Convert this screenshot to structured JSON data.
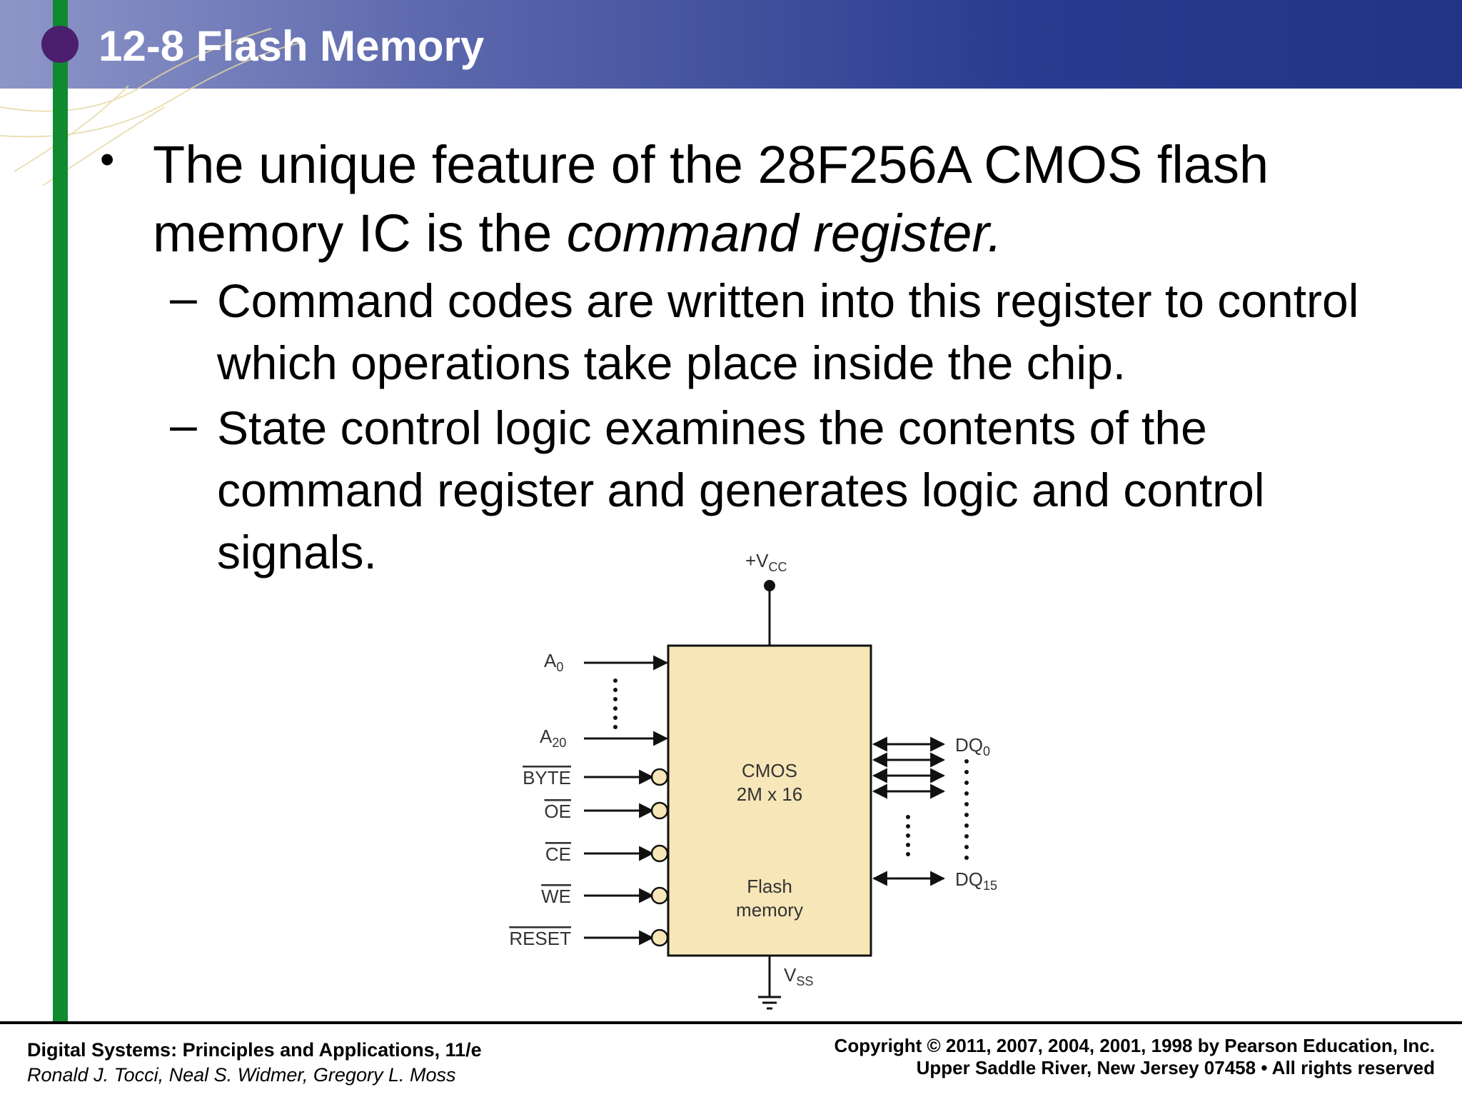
{
  "slide": {
    "title": "12-8 Flash Memory",
    "bullet": {
      "text_before": "The unique feature of the 28F256A CMOS flash memory IC is the ",
      "text_italic": "command register."
    },
    "subbullets": [
      {
        "dash": "–",
        "text": "Command codes are written into this register to control which operations take place inside the chip."
      },
      {
        "dash": "–",
        "text": "State control logic examines the contents of the command register and generates logic and control signals."
      }
    ]
  },
  "diagram": {
    "vcc": "+V",
    "vcc_sub": "CC",
    "vss": "V",
    "vss_sub": "SS",
    "chip_line1": "CMOS",
    "chip_line2": "2M x 16",
    "chip_line3": "Flash",
    "chip_line4": "memory",
    "addr_first": "A",
    "addr_first_sub": "0",
    "addr_last": "A",
    "addr_last_sub": "20",
    "controls": [
      "BYTE",
      "OE",
      "CE",
      "WE",
      "RESET"
    ],
    "dq_first": "DQ",
    "dq_first_sub": "0",
    "dq_last": "DQ",
    "dq_last_sub": "15",
    "chip_fill": "#f7e6b8"
  },
  "footer": {
    "book": "Digital Systems: Principles and Applications, 11/e",
    "authors": "Ronald J. Tocci, Neal S. Widmer, Gregory L. Moss",
    "copyright": "Copyright © 2011, 2007, 2004, 2001, 1998  by Pearson Education, Inc.",
    "address": "Upper Saddle River, New Jersey 07458 • All rights reserved"
  }
}
